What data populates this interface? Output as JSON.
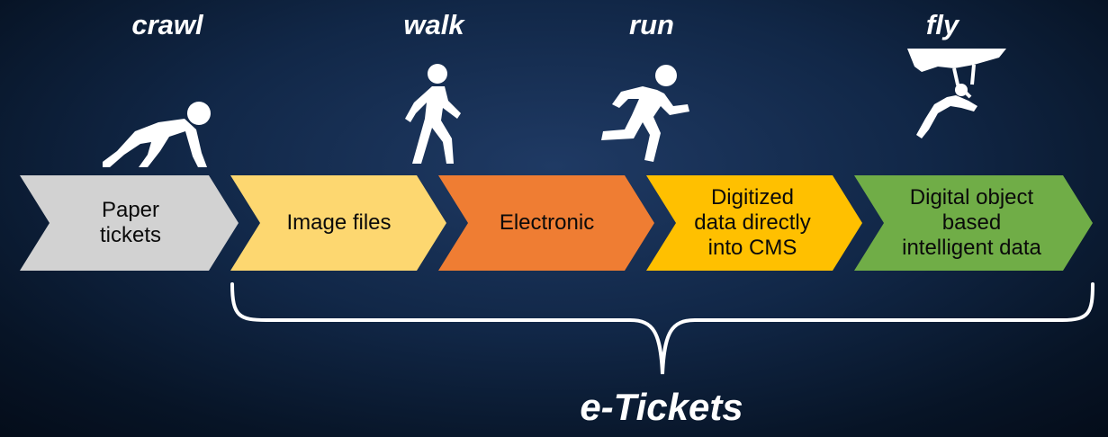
{
  "stages": [
    {
      "key": "crawl",
      "word": "crawl",
      "icon": "crawling-person-icon",
      "label": "Paper\ntickets",
      "color": "#d2d2d2"
    },
    {
      "key": "image",
      "word": "",
      "icon": "",
      "label": "Image files",
      "color": "#fdd770"
    },
    {
      "key": "walk",
      "word": "walk",
      "icon": "walking-person-icon",
      "label": "Electronic",
      "color": "#ef7d33"
    },
    {
      "key": "run",
      "word": "run",
      "icon": "running-person-icon",
      "label": "Digitized\ndata directly\ninto CMS",
      "color": "#ffc000"
    },
    {
      "key": "fly",
      "word": "fly",
      "icon": "hang-glider-icon",
      "label": "Digital object\nbased\nintelligent data",
      "color": "#70ad47"
    }
  ],
  "words": {
    "crawl": "crawl",
    "walk": "walk",
    "run": "run",
    "fly": "fly"
  },
  "labels": {
    "paper": "Paper\ntickets",
    "image": "Image files",
    "electronic": "Electronic",
    "digitized": "Digitized\ndata directly\ninto CMS",
    "digital": "Digital object\nbased\nintelligent data"
  },
  "colors": {
    "paper": "#d2d2d2",
    "image": "#fdd770",
    "electronic": "#ef7d33",
    "digitized": "#ffc000",
    "digital": "#70ad47",
    "text_light": "#ffffff",
    "bracket": "#ffffff"
  },
  "footer": {
    "label": "e-Tickets"
  }
}
